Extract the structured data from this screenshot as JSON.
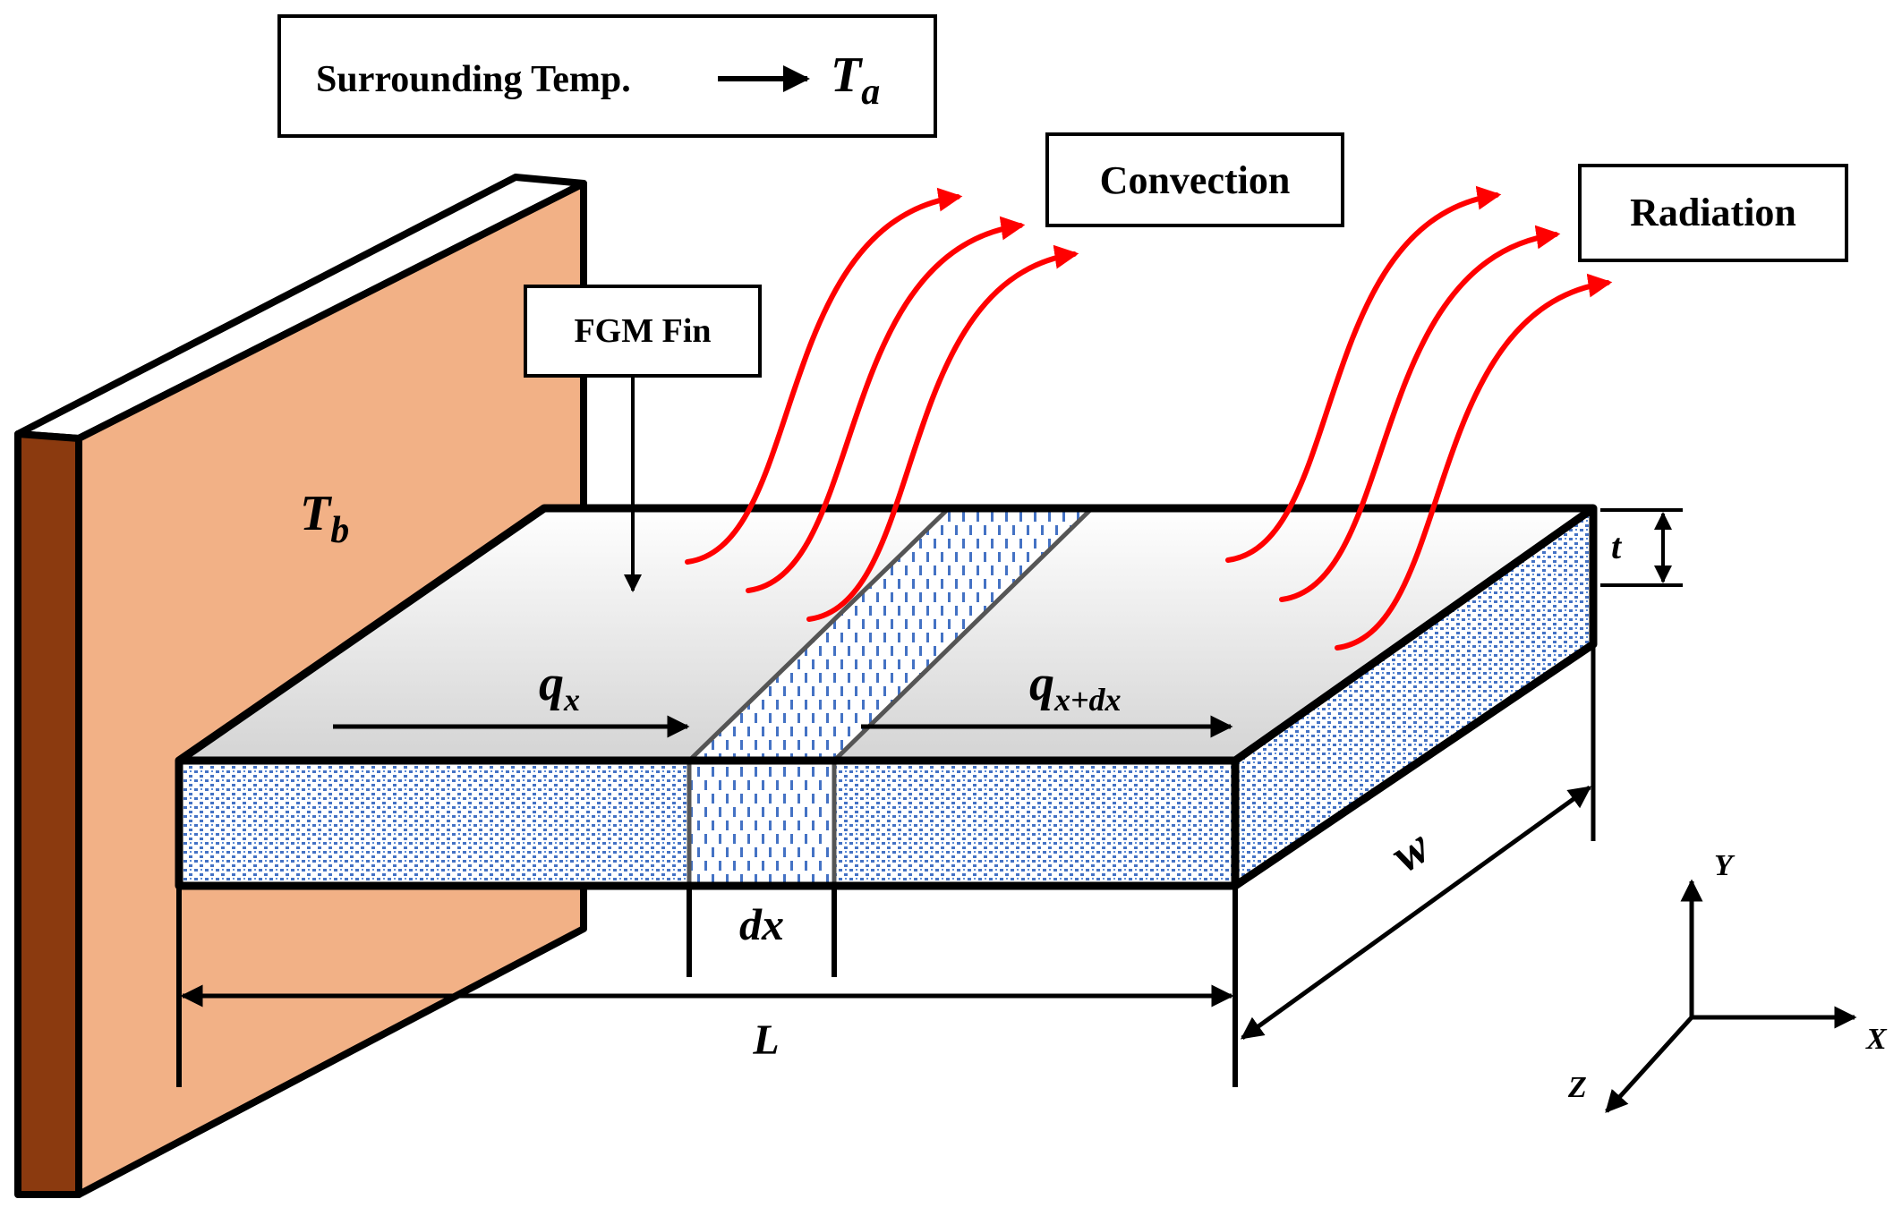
{
  "surrounding_box": {
    "text": "Surrounding Temp.",
    "symbol": "T",
    "subscript": "a"
  },
  "convection_label": "Convection",
  "radiation_label": "Radiation",
  "fin_label": "FGM Fin",
  "base_temp": {
    "symbol": "T",
    "subscript": "b"
  },
  "heat_in": {
    "symbol": "q",
    "subscript": "x"
  },
  "heat_out": {
    "symbol": "q",
    "subscript": "x+dx"
  },
  "thickness_label": "t",
  "width_label": "w",
  "element_label": "dx",
  "length_label": "L",
  "axes": {
    "x": "X",
    "y": "Y",
    "z": "Z"
  },
  "colors": {
    "wall_face": "#f2b186",
    "wall_side": "#8b3a0f",
    "fin_top": "#e2e2e2",
    "fin_pattern": "#4472c4",
    "heat_arrows": "#ff0000",
    "outline": "#000000"
  }
}
